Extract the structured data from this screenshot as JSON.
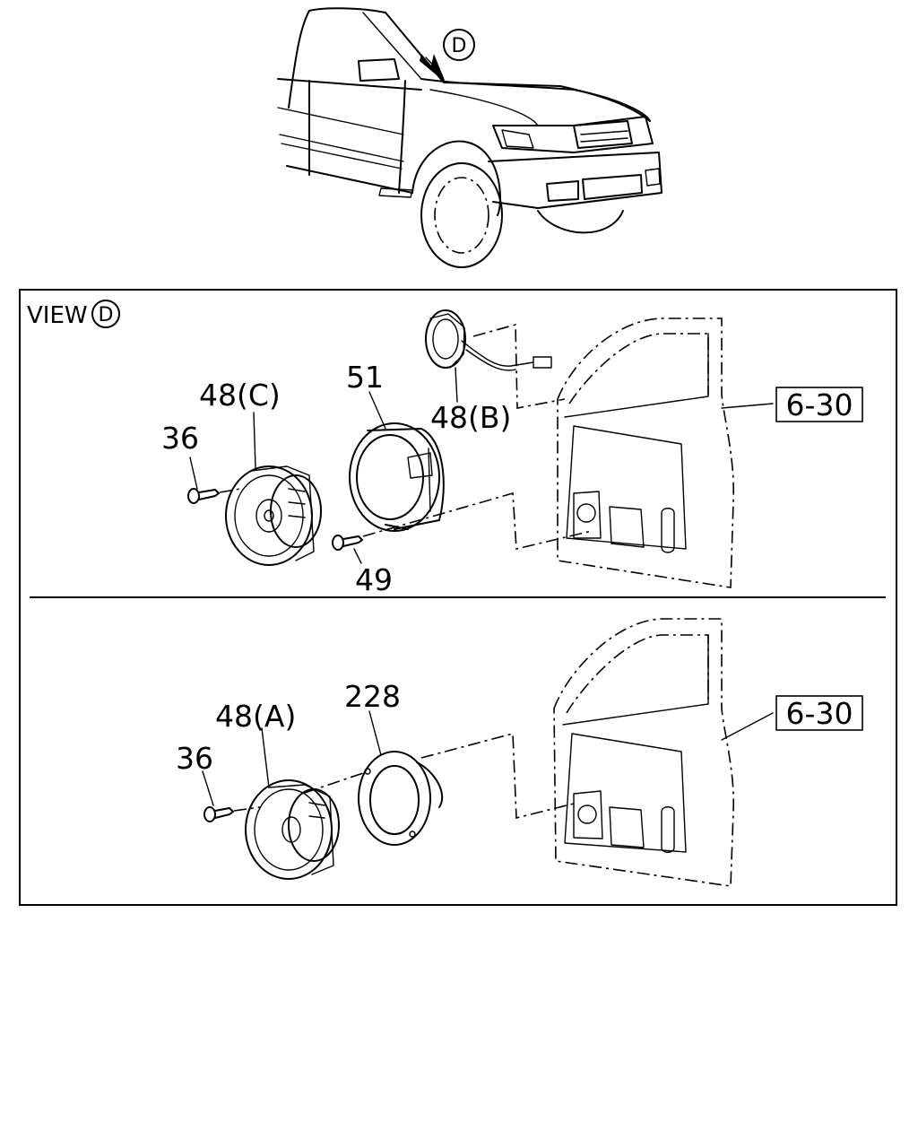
{
  "callout_top": "D",
  "view_label": "VIEW",
  "view_letter": "D",
  "upper": {
    "label_48c": "48(C)",
    "label_36": "36",
    "label_51": "51",
    "label_48b": "48(B)",
    "label_49": "49",
    "ref_box": "6-30"
  },
  "lower": {
    "label_48a": "48(A)",
    "label_36": "36",
    "label_228": "228",
    "ref_box": "6-30"
  }
}
